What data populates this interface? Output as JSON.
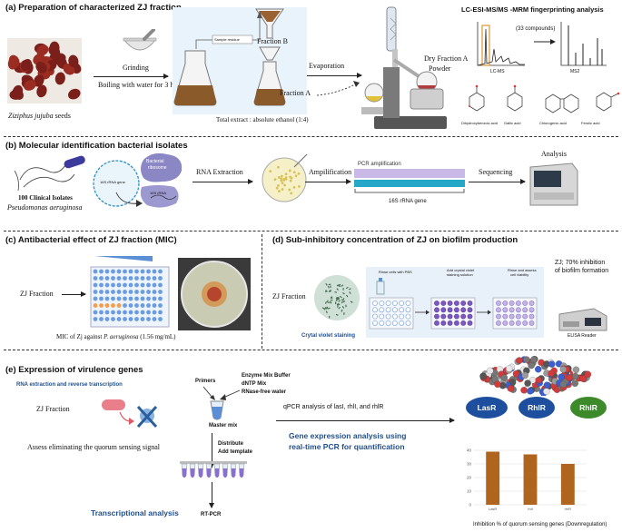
{
  "sections": {
    "a": {
      "title": "(a) Preparation of characterized ZJ  fraction",
      "seeds_label_ital": "Ziziphus jujuba",
      "seeds_label_rest": " seeds",
      "grinding": "Grinding",
      "boiling": "Boiling with water for 3 hr",
      "sample_residue": "Sample residue",
      "fraction_b": "Fraction B",
      "fraction_a": "Fraction A",
      "total_extract": "Total extract : absolute ethanol (1:4)",
      "evaporation": "Evaporation",
      "dry_fraction_1": "Dry Fraction A",
      "dry_fraction_2": "Powder",
      "lcms_title": "LC-ESI-MS/MS -MRM fingerprinting analysis",
      "compounds": "(33 compounds)",
      "lcms_label": "LC-MS",
      "ms2_label": "MS2",
      "compound_names": [
        "Dihydroxybenzoic acid",
        "Gallic acid",
        "Chlorogenic acid",
        "Ferulic acid"
      ]
    },
    "b": {
      "title": "(b) Molecular identification bacterial isolates",
      "isolates_1": "100 Clinical Isolates",
      "isolates_2": "Pseudomonas aeruginosa",
      "gene_16s": "16S rRNA gene",
      "ribosome_1": "Bacterial",
      "ribosome_2": "ribosome",
      "rna_16s": "16S rRNA",
      "rna_extraction": "RNA Extraction",
      "amplification": "Ampilification",
      "pcr": "PCR amplification",
      "gene_label": "16S rRNA gene",
      "sequencing": "Sequencing",
      "analysis": "Analysis"
    },
    "c": {
      "title": "(c) Antibacterial effect of ZJ fraction (MIC)",
      "zj_fraction": "ZJ Fraction",
      "mic_pre": "MIC of Zj against ",
      "mic_ital": "P. aeruginosa",
      "mic_post": " (1.56 mg/mL)"
    },
    "d": {
      "title": "(d) Sub-inhibitory concentration of ZJ on biofilm production",
      "zj_fraction": "ZJ  Fraction",
      "inhibition_1": "ZJ; 70%  inhibition",
      "inhibition_2": "of biofilm formation",
      "step_1": "Rinse cells with PBS",
      "step_2a": "Add crystal violet",
      "step_2b": "staining solution",
      "step_3a": "Rinse and assess",
      "step_3b": "cell viability",
      "crystal_violet": "Crytal violet staining",
      "elisa": "ELISA Reader"
    },
    "e": {
      "title": "(e) Expression of virulence genes",
      "rna_rt": "RNA extraction and reverse transcription",
      "zj_fraction": "ZJ Fraction",
      "assess": "Assess eliminating the quorum sensing signal",
      "primers": "Primers",
      "enzyme_1": "Enzyme Mix Buffer",
      "enzyme_2": "dNTP Mix",
      "enzyme_3": "RNase-free water",
      "master_mix": "Master mix",
      "distribute_1": "Distribute",
      "distribute_2": "Add template",
      "rt_pcr": "RT-PCR",
      "transcriptional": "Transcriptional analysis",
      "qpcr": "qPCR analysis of lasI, rhlI, and rhlR",
      "gene_expr_1": "Gene expression analysis using",
      "gene_expr_2": "real-time PCR for quantification",
      "genes": [
        "LasR",
        "RhlR",
        "RhlR"
      ],
      "bottom_caption": "Inhibition % of quorum sensing genes (Downregulation)"
    }
  },
  "chart_data": {
    "type": "bar",
    "categories": [
      "LasR",
      "rhlI",
      "rhlR"
    ],
    "values": [
      39,
      37,
      30
    ],
    "ylim": [
      0,
      40
    ],
    "yticks": [
      "0",
      "10",
      "20",
      "30",
      "40"
    ],
    "bar_color": "#b0651f",
    "grid": true
  },
  "colors": {
    "ellipse_blue": "#1e4f9e",
    "ellipse_green": "#3c8a2a",
    "accent_blue": "#1f4e8c"
  }
}
